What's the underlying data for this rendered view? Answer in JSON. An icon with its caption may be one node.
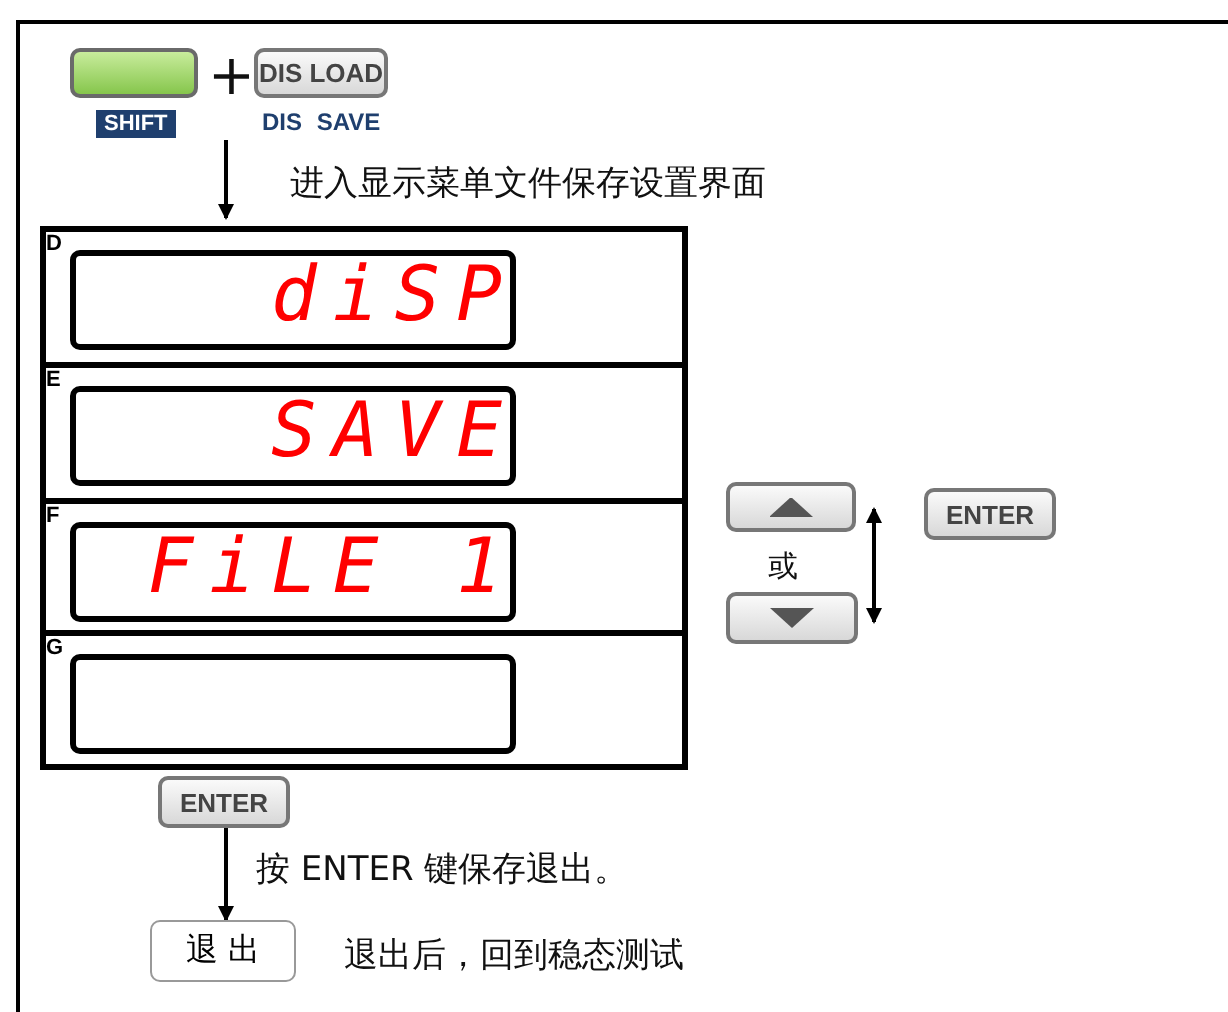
{
  "diagram": {
    "nodes": [
      {
        "text": [
          "SHIFT"
        ]
      },
      {
        "text": [
          "DIS LOAD"
        ],
        "beside": [
          "DIS SAVE"
        ]
      },
      {
        "text": [],
        "shape": "box"
      },
      {
        "text": [
          "D",
          "diSP"
        ],
        "in": 2
      },
      {
        "text": [
          "E",
          "SAVE"
        ],
        "in": 2
      },
      {
        "text": [
          "F",
          "FiLE 1"
        ],
        "in": 2
      },
      {
        "text": [
          "G"
        ],
        "in": 2
      },
      {
        "text": [],
        "shape": "box"
      },
      {
        "text": [],
        "shape": "box"
      },
      {
        "text": [
          "ENTER"
        ]
      },
      {
        "text": [
          "ENTER"
        ]
      },
      {
        "text": [
          "退 出"
        ],
        "beside": [
          "退出后，回到稳态测试"
        ]
      }
    ],
    "edges": [
      {
        "from": null,
        "to": 2,
        "arrow": "to",
        "label": "进入显示菜单文件保存设置界面"
      },
      {
        "from": 7,
        "to": 8,
        "arrow": "both"
      },
      {
        "from": 10,
        "to": 11,
        "arrow": "to",
        "label": "按 ENTER 键保存退出。"
      }
    ],
    "labels": [
      "+",
      "或"
    ]
  }
}
